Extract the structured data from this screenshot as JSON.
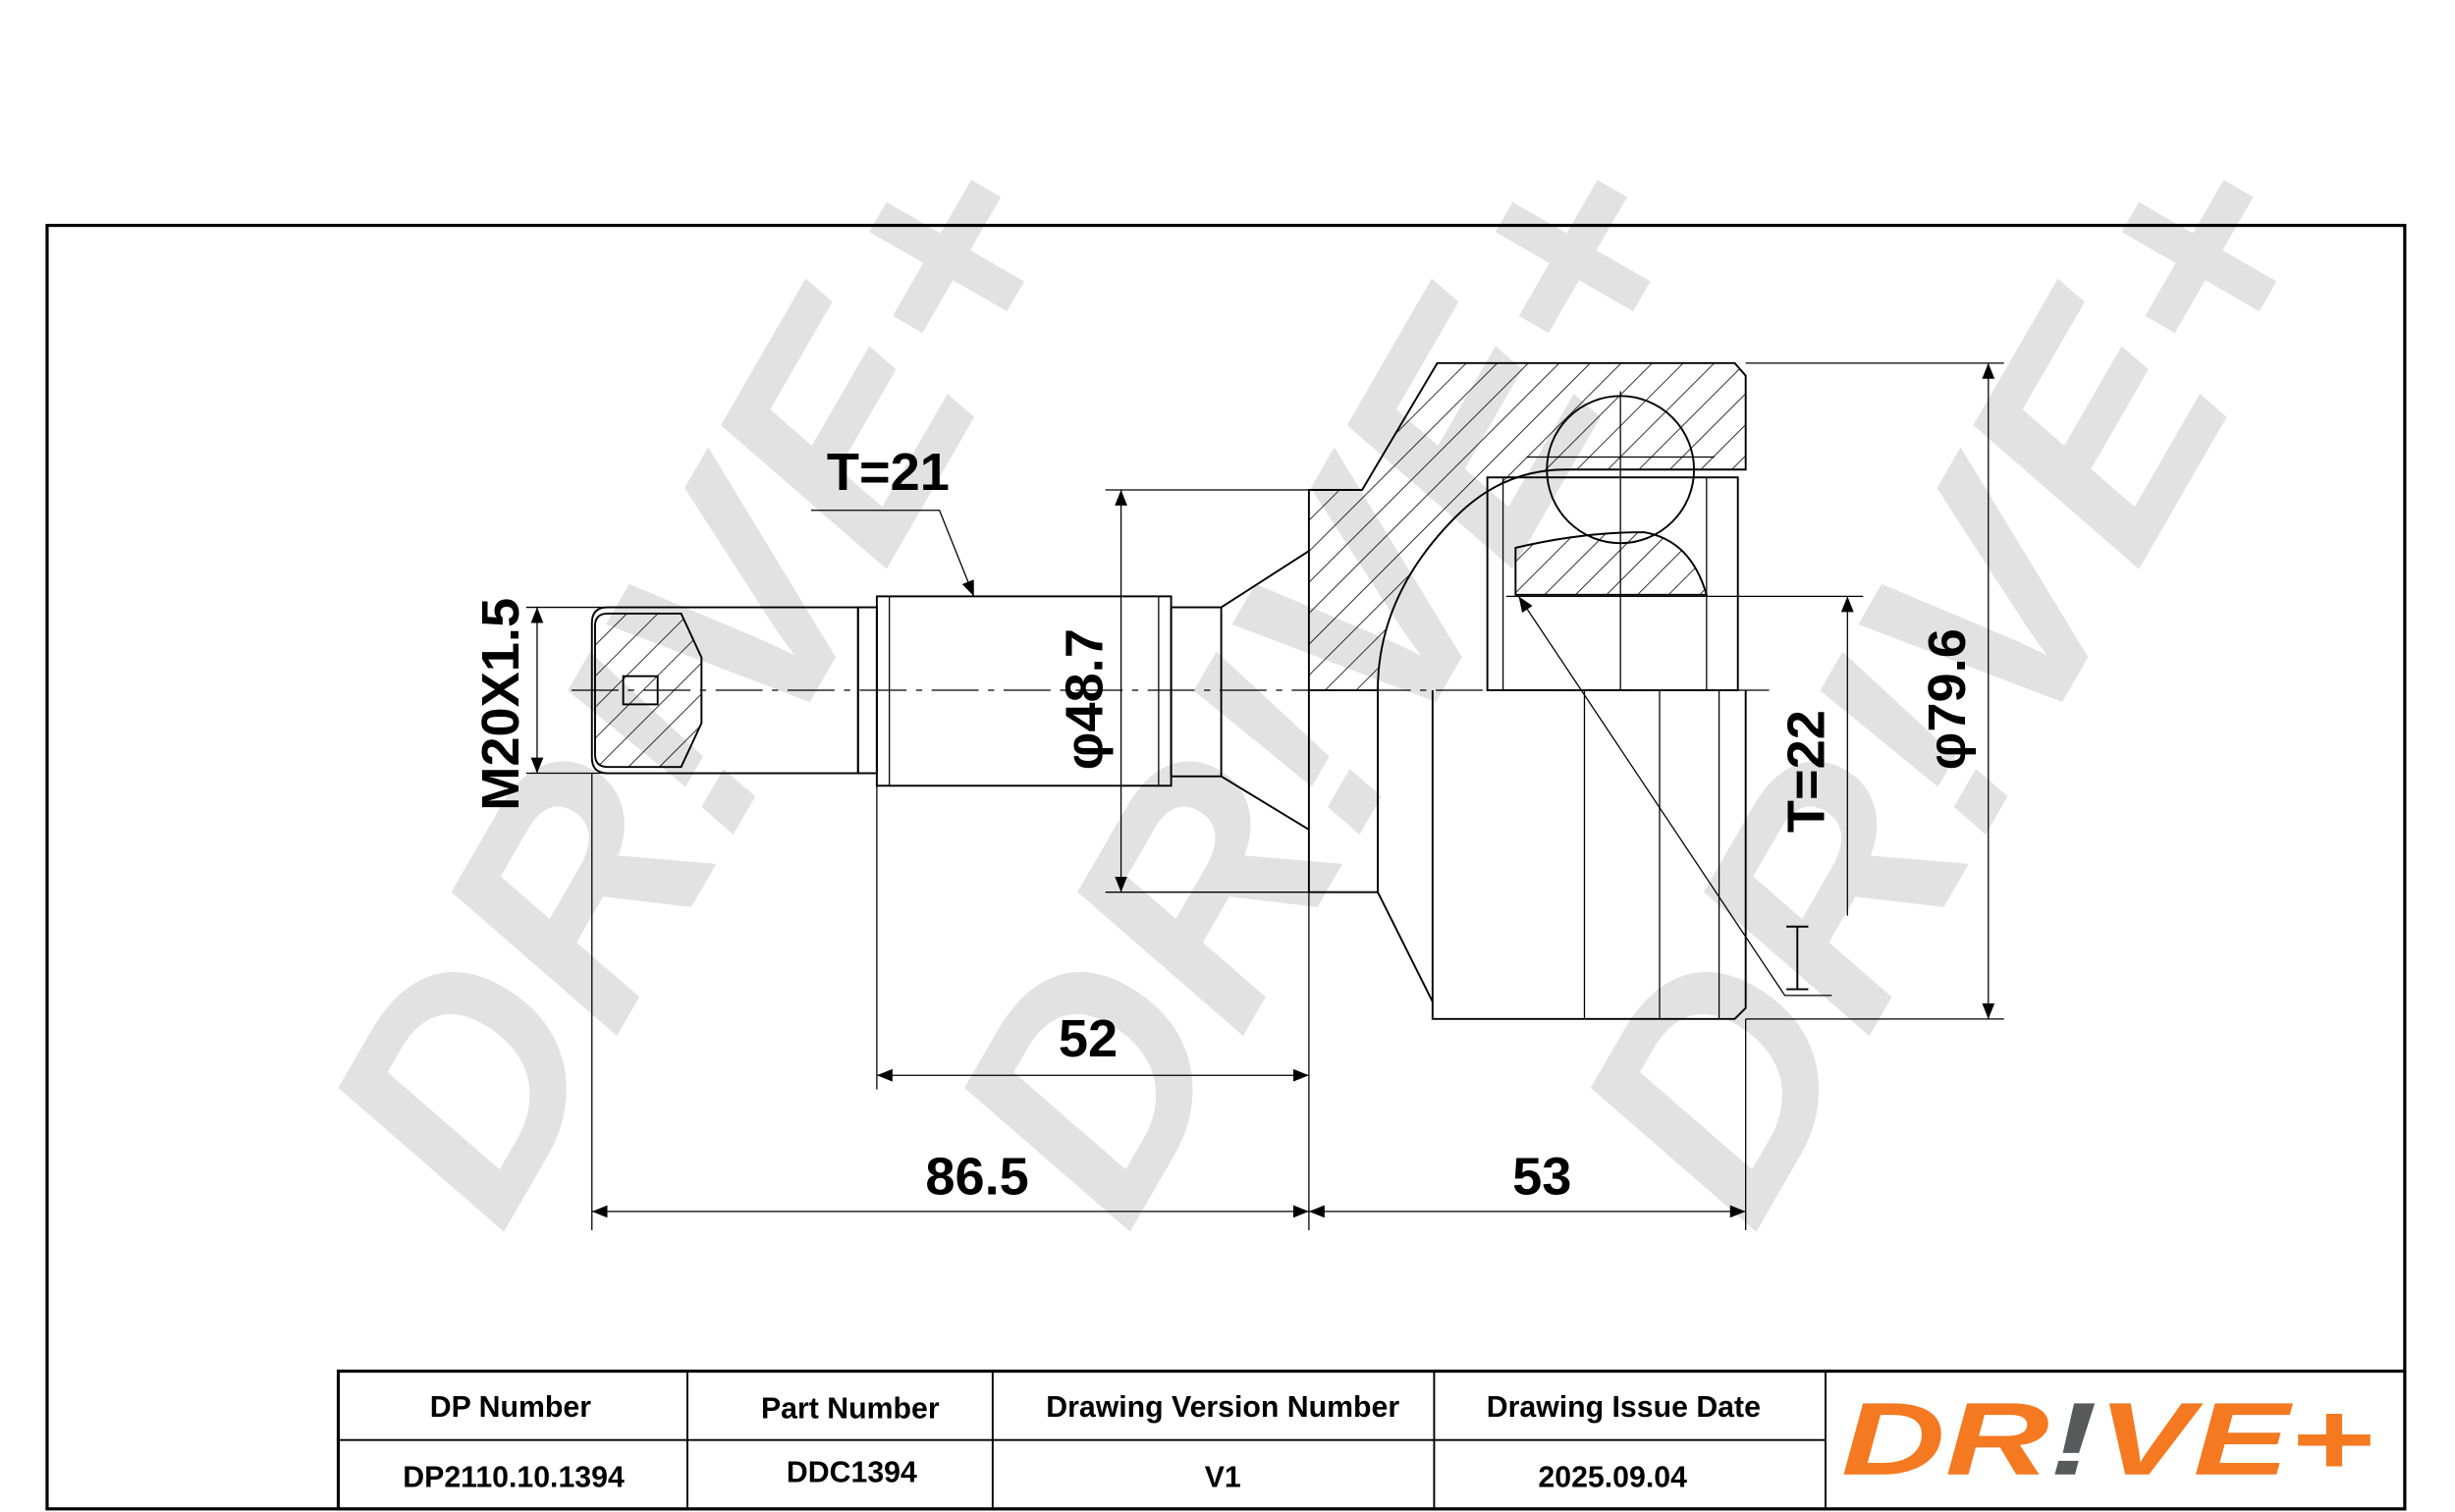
{
  "dimensions": {
    "thread": "M20X1.5",
    "spline_outer": "T=21",
    "shaft_diameter": "φ48.7",
    "spline_inner": "T=22",
    "housing_diameter": "φ79.6",
    "shaft_length": "52",
    "total_outer_length": "86.5",
    "housing_length": "53"
  },
  "title_block": {
    "headers": [
      "DP Number",
      "Part Number",
      "Drawing Version Number",
      "Drawing Issue Date"
    ],
    "values": [
      "DP2110.10.1394",
      "DDC1394",
      "V1",
      "2025.09.04"
    ]
  },
  "logo": {
    "part1": "DR",
    "part2": "!",
    "part3": "VE+"
  },
  "watermark": "DR!VE+",
  "colors": {
    "brand_orange": "#f47920",
    "brand_gray": "#58595b",
    "watermark": "#d9d9d9"
  }
}
